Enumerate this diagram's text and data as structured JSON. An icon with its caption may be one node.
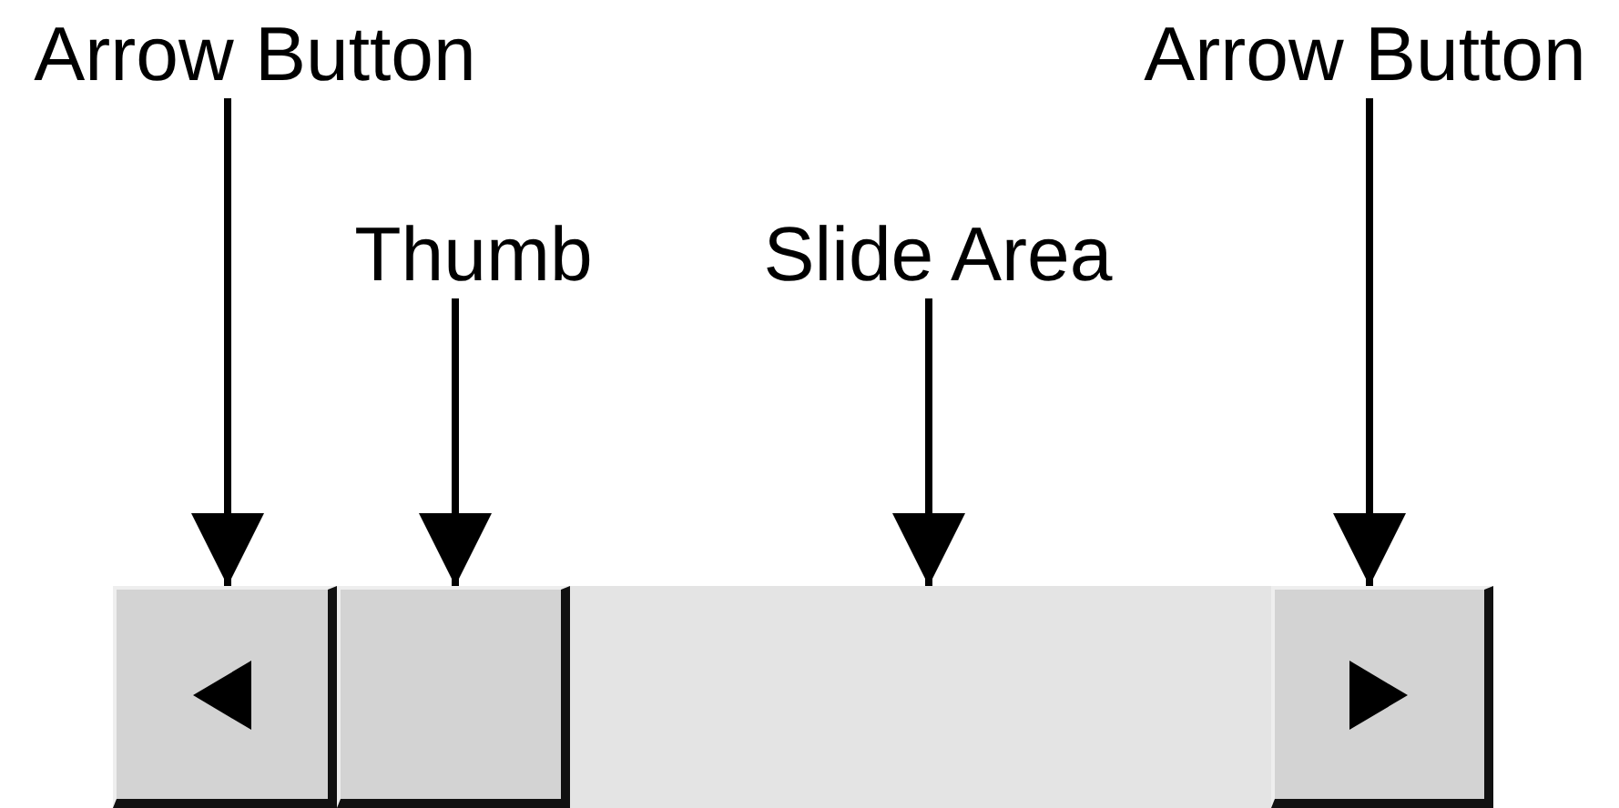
{
  "diagram": {
    "nodes": [
      {
        "text": [
          "Arrow Button"
        ]
      },
      {
        "text": [
          "Thumb"
        ]
      },
      {
        "text": [
          "Slide Area"
        ]
      },
      {
        "text": [
          "Arrow Button"
        ]
      },
      {
        "text": [],
        "shape": "box"
      },
      {
        "text": [],
        "shape": "box"
      },
      {
        "text": [],
        "shape": "box"
      },
      {
        "text": [],
        "shape": "box"
      }
    ],
    "edges": [
      {
        "from": 0,
        "to": 4,
        "arrow": "to"
      },
      {
        "from": 1,
        "to": 5,
        "arrow": "to"
      },
      {
        "from": 2,
        "to": 6,
        "arrow": "to"
      },
      {
        "from": 3,
        "to": 7,
        "arrow": "to"
      }
    ]
  }
}
